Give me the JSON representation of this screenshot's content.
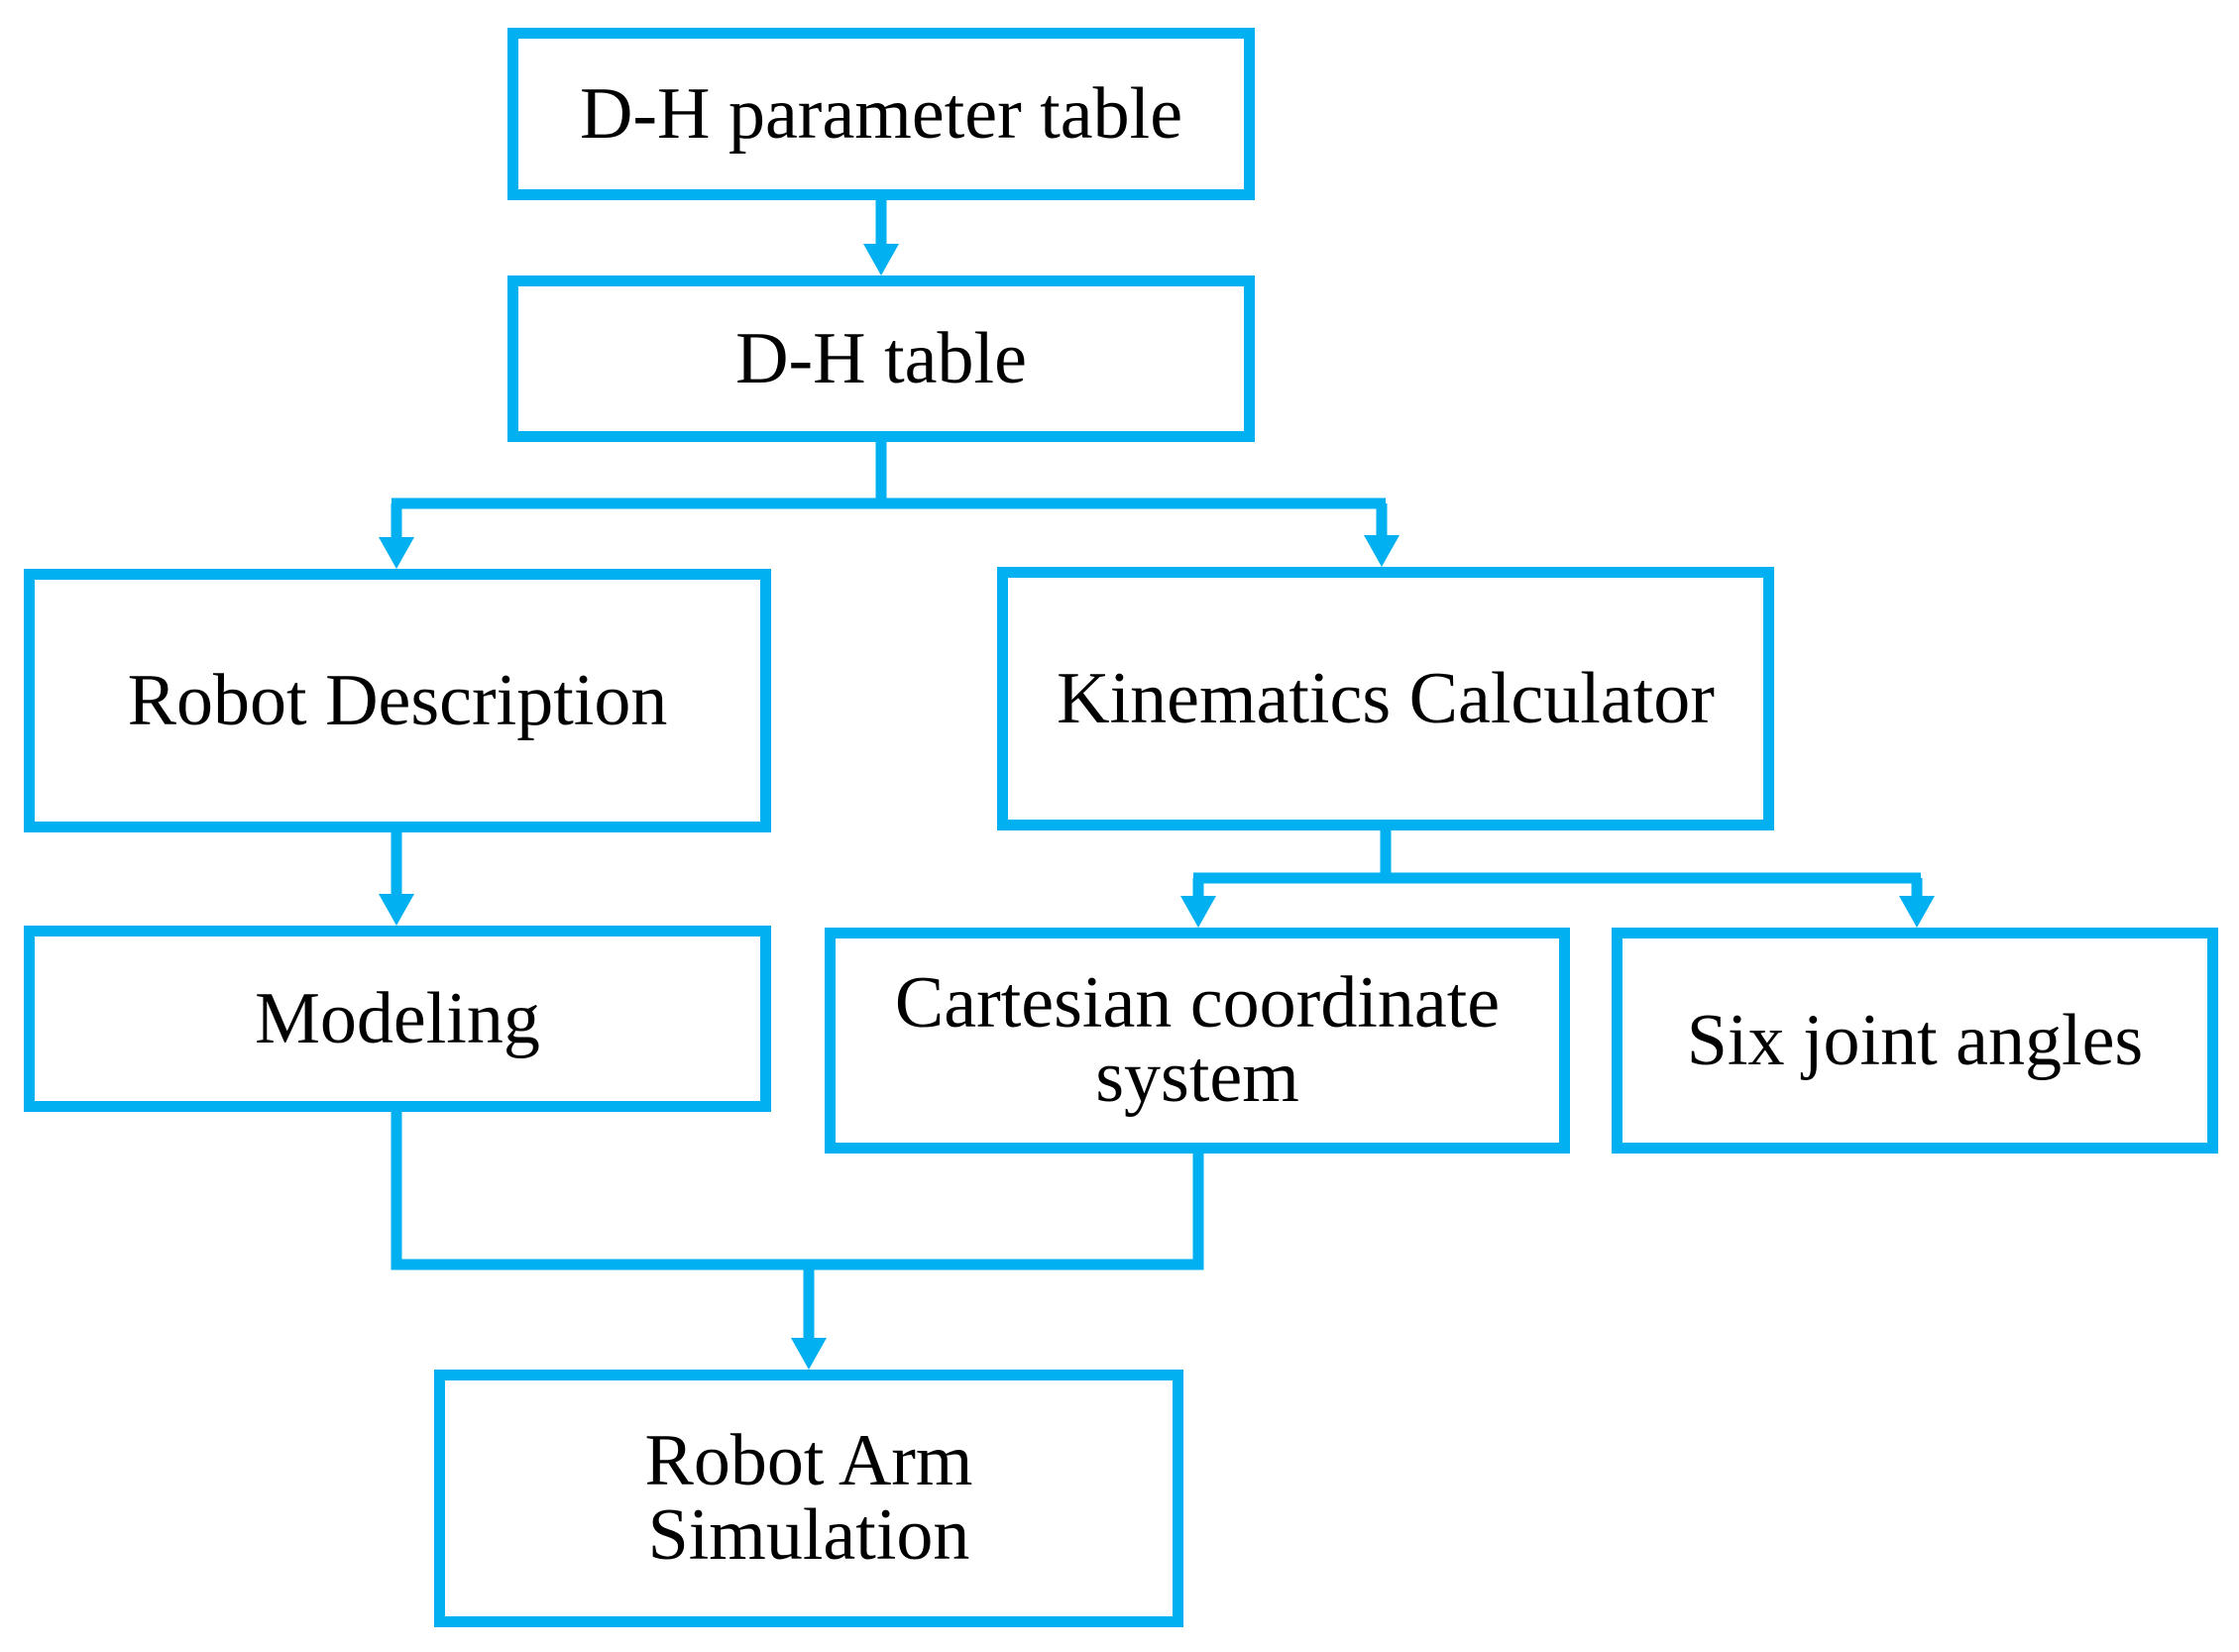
{
  "diagram": {
    "accent_color": "#00b0f0",
    "nodes": {
      "dh_parameter_table": "D-H parameter table",
      "dh_table": "D-H table",
      "robot_description": "Robot Description",
      "kinematics_calculator": "Kinematics Calculator",
      "modeling": "Modeling",
      "cartesian_line1": "Cartesian coordinate",
      "cartesian_line2": "system",
      "six_joint_angles": "Six joint angles",
      "robot_arm_line1": "Robot Arm",
      "robot_arm_line2": "Simulation"
    },
    "edges": [
      {
        "from": "dh_parameter_table",
        "to": "dh_table"
      },
      {
        "from": "dh_table",
        "to": "robot_description"
      },
      {
        "from": "dh_table",
        "to": "kinematics_calculator"
      },
      {
        "from": "robot_description",
        "to": "modeling"
      },
      {
        "from": "kinematics_calculator",
        "to": "cartesian_coordinate_system"
      },
      {
        "from": "kinematics_calculator",
        "to": "six_joint_angles"
      },
      {
        "from": "modeling",
        "to": "robot_arm_simulation"
      },
      {
        "from": "cartesian_coordinate_system",
        "to": "robot_arm_simulation"
      }
    ]
  }
}
